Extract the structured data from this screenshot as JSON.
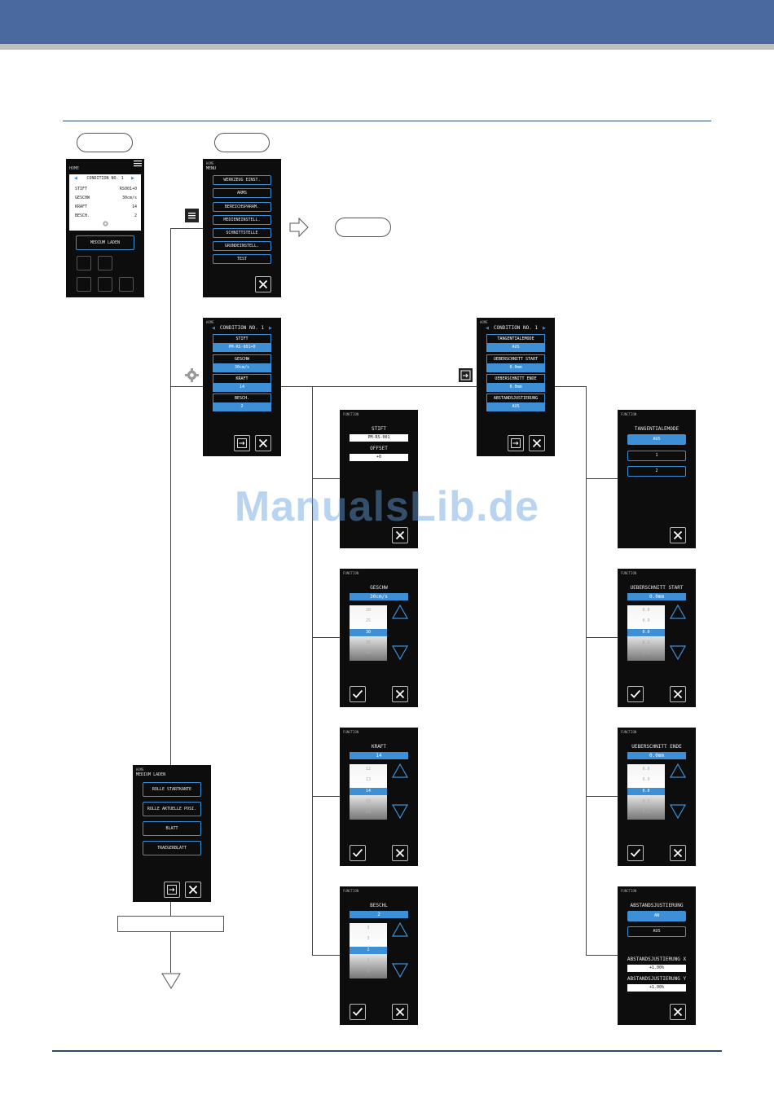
{
  "watermark": "ManualsLib.de",
  "colors": {
    "header": "#4a6a9e",
    "accent": "#3d8fd6",
    "screen": "#0d0d0d"
  },
  "home": {
    "title": "HOME",
    "condition": "CONDITION NO. 1",
    "rows": [
      {
        "label": "STIFT",
        "value": "RS001+0"
      },
      {
        "label": "GESCHW",
        "value": "30cm/s"
      },
      {
        "label": "KRAFT",
        "value": "14"
      },
      {
        "label": "BESCH.",
        "value": "2"
      }
    ],
    "load_button": "MEDIUM LADEN"
  },
  "menu": {
    "top": "HOME",
    "title": "MENU",
    "items": [
      "WERKZEUG EINST.",
      "ARMS",
      "BEREICHSPARAM.",
      "MEDIENEINSTELL.",
      "SCHNITTSTELLE",
      "GRUNDEINSTELL.",
      "TEST"
    ]
  },
  "cond1": {
    "top": "HOME",
    "title": "CONDITION NO. 1",
    "items": [
      {
        "label": "STIFT",
        "value": "PM-RS-001+0"
      },
      {
        "label": "GESCHW",
        "value": "30cm/s"
      },
      {
        "label": "KRAFT",
        "value": "14"
      },
      {
        "label": "BESCH.",
        "value": "2"
      }
    ]
  },
  "cond2": {
    "top": "HOME",
    "title": "CONDITION NO. 1",
    "items": [
      {
        "label": "TANGENTIALEMODE",
        "value": "AUS"
      },
      {
        "label": "UEBERSCHNITT START",
        "value": "0.0mm"
      },
      {
        "label": "UEBERSCHNITT ENDE",
        "value": "0.0mm"
      },
      {
        "label": "ABSTANDSJUSTIERUNG",
        "value": "AUS"
      }
    ]
  },
  "stift": {
    "top": "FUNCTION",
    "label1": "STIFT",
    "value1": "PM-RS-001",
    "label2": "OFFSET",
    "value2": "+0"
  },
  "geschw": {
    "top": "FUNCTION",
    "title": "GESCHW",
    "value": "30cm/s",
    "wheel": [
      "20",
      "25",
      "30",
      "35",
      "40"
    ]
  },
  "kraft": {
    "top": "FUNCTION",
    "title": "KRAFT",
    "value": "14",
    "wheel": [
      "12",
      "13",
      "14",
      "15",
      "16"
    ]
  },
  "besch": {
    "top": "FUNCTION",
    "title": "BESCHL",
    "value": "2",
    "wheel": [
      "3",
      "3",
      "2",
      "1",
      "0"
    ]
  },
  "tangential": {
    "top": "FUNCTION",
    "title": "TANGENTIALEMODE",
    "options": [
      "AUS",
      "1",
      "2"
    ]
  },
  "ue_start": {
    "top": "FUNCTION",
    "title": "UEBERSCHNITT START",
    "value": "0.0mm",
    "wheel": [
      "0.0",
      "0.9",
      "0.0",
      "0.1",
      "0.2"
    ]
  },
  "ue_ende": {
    "top": "FUNCTION",
    "title": "UEBERSCHNITT ENDE",
    "value": "0.0mm",
    "wheel": [
      "0.0",
      "0.9",
      "0.0",
      "0.1",
      "0.2"
    ]
  },
  "abstand": {
    "top": "FUNCTION",
    "title": "ABSTANDSJUSTIERUNG",
    "options": [
      "AN",
      "AUS"
    ],
    "x_label": "ABSTANDSJUSTIERUNG X",
    "x_value": "+1.00%",
    "y_label": "ABSTANDSJUSTIERUNG Y",
    "y_value": "+1.00%"
  },
  "medium": {
    "top": "HOME",
    "title": "MEDIUM LADEN",
    "items": [
      "ROLLE STARTKANTE",
      "ROLLE AKTUELLE POSI.",
      "BLATT",
      "TRAEGERBLATT"
    ]
  }
}
